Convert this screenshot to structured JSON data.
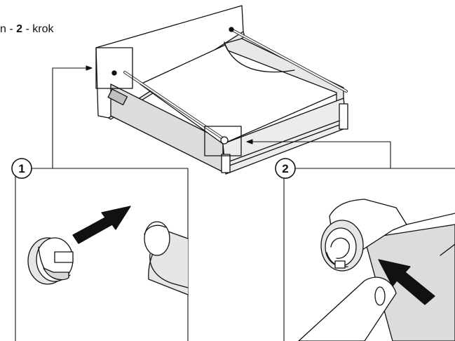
{
  "caption": {
    "prefix": "n - ",
    "step_number": "2",
    "suffix": " - krok"
  },
  "callouts": [
    {
      "number": "1"
    },
    {
      "number": "2"
    }
  ],
  "colors": {
    "line": "#111111",
    "shade": "#dcdcdc",
    "light_shade": "#ececec",
    "background": "#ffffff"
  }
}
